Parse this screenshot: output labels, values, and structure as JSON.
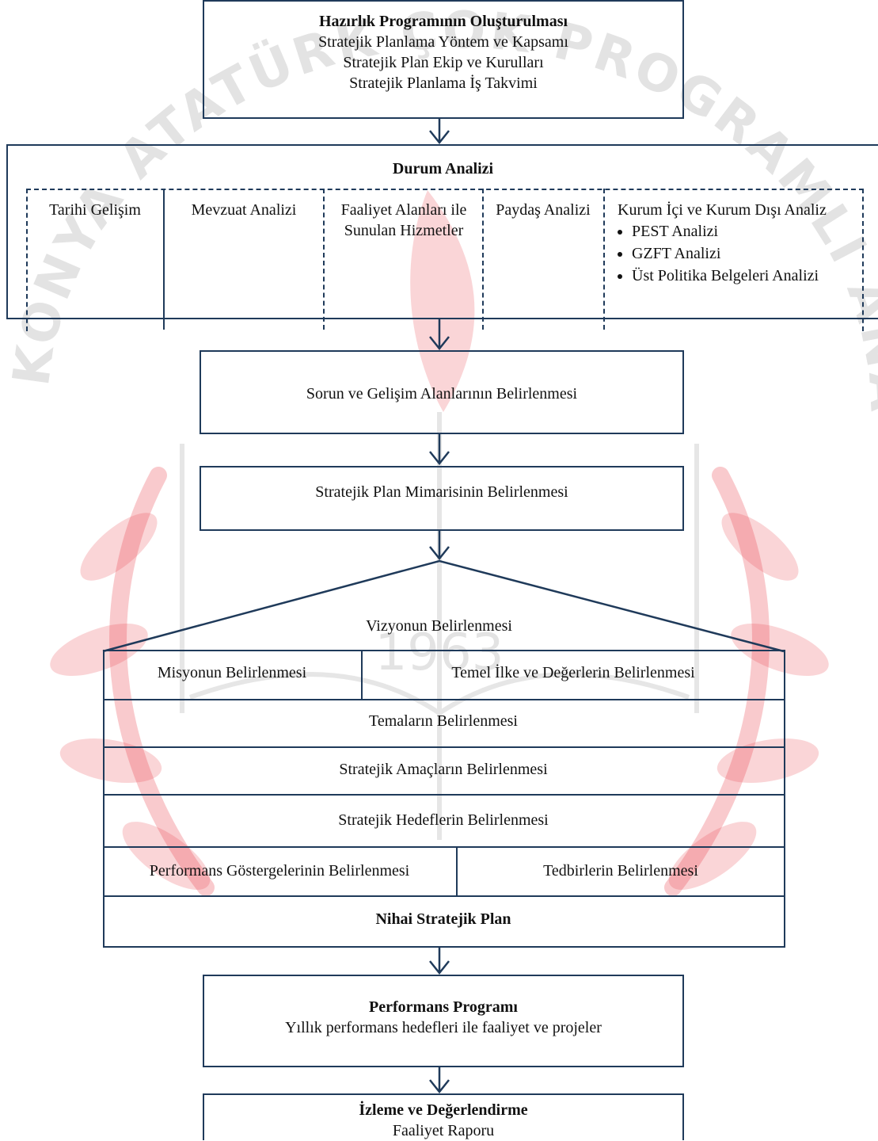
{
  "watermark": {
    "arc_text": "KONYA ATATÜRK ÇOK PROGRAMLI ANADOLU LİSESİ",
    "year": "1963",
    "color": "#e8414a"
  },
  "colors": {
    "line": "#1f3a5a",
    "text": "#111111"
  },
  "preparation": {
    "title": "Hazırlık Programının Oluşturulması",
    "lines": [
      "Stratejik Planlama Yöntem ve Kapsamı",
      "Stratejik Plan Ekip ve Kurulları",
      "Stratejik Planlama İş Takvimi"
    ]
  },
  "situation": {
    "title": "Durum Analizi",
    "columns": [
      {
        "text": "Tarihi Gelişim"
      },
      {
        "text": "Mevzuat Analizi"
      },
      {
        "text": "Faaliyet Alanları ile Sunulan Hizmetler"
      },
      {
        "text": "Paydaş Analizi"
      }
    ],
    "internal": {
      "title": "Kurum İçi ve Kurum Dışı Analiz",
      "bullets": [
        "PEST Analizi",
        "GZFT Analizi",
        "Üst Politika Belgeleri Analizi"
      ]
    }
  },
  "problems": {
    "title": "Sorun ve Gelişim Alanlarının Belirlenmesi"
  },
  "architecture": {
    "title": "Stratejik Plan Mimarisinin Belirlenmesi"
  },
  "plan": {
    "vision": "Vizyonun Belirlenmesi",
    "mission": "Misyonun Belirlenmesi",
    "values": "Temel İlke ve Değerlerin Belirlenmesi",
    "themes": "Temaların Belirlenmesi",
    "goals": "Stratejik Amaçların Belirlenmesi",
    "targets": "Stratejik Hedeflerin Belirlenmesi",
    "indicators": "Performans Göstergelerinin Belirlenmesi",
    "measures": "Tedbirlerin Belirlenmesi",
    "final": "Nihai Stratejik Plan"
  },
  "performance": {
    "title": "Performans Programı",
    "subtitle": "Yıllık performans hedefleri ile faaliyet ve projeler"
  },
  "monitoring": {
    "title": "İzleme ve Değerlendirme",
    "subtitle": "Faaliyet Raporu"
  }
}
